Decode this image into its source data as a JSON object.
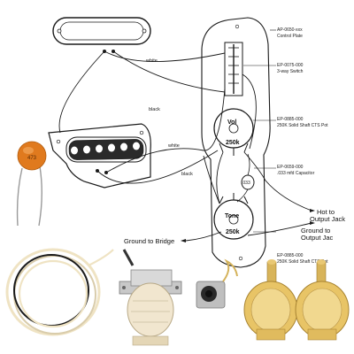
{
  "title": "",
  "callouts": {
    "control_plate": {
      "part": "AP-0650-xxx",
      "desc": "Control Plate"
    },
    "switch": {
      "part": "EP-0075-000",
      "desc": "3-way Switch"
    },
    "vol_pot": {
      "part": "EP-0885-000",
      "desc": "250K Solid Shaft CTS Pot"
    },
    "capacitor": {
      "part": "EP-0659-000",
      "desc": ".033 mfd Capacitor"
    },
    "tone_pot": {
      "part": "EP-0885-000",
      "desc": "250K Solid Shaft CTS Pot"
    }
  },
  "wire_labels": {
    "neck_white": "white",
    "neck_black": "black",
    "bridge_white": "white",
    "bridge_black": "black"
  },
  "pot_labels": {
    "vol": "Vol",
    "vol_value": "250k",
    "tone": "Tone",
    "tone_value": "250k",
    "cap_value": ".033"
  },
  "connections": {
    "hot": "Hot to",
    "hot2": "Output Jack",
    "ground_output": "Ground to",
    "ground_output2": "Output Jac",
    "ground_bridge": "Ground to Bridge"
  },
  "capacitor_photo": {
    "marking": "473"
  },
  "colors": {
    "line": "#1a1a1a",
    "paper": "#ffffff",
    "cap_orange": "#e07a1e",
    "pot_gold": "#e8c466",
    "switch_cream": "#f1e6cf",
    "wire_cream": "#efe3c3"
  }
}
